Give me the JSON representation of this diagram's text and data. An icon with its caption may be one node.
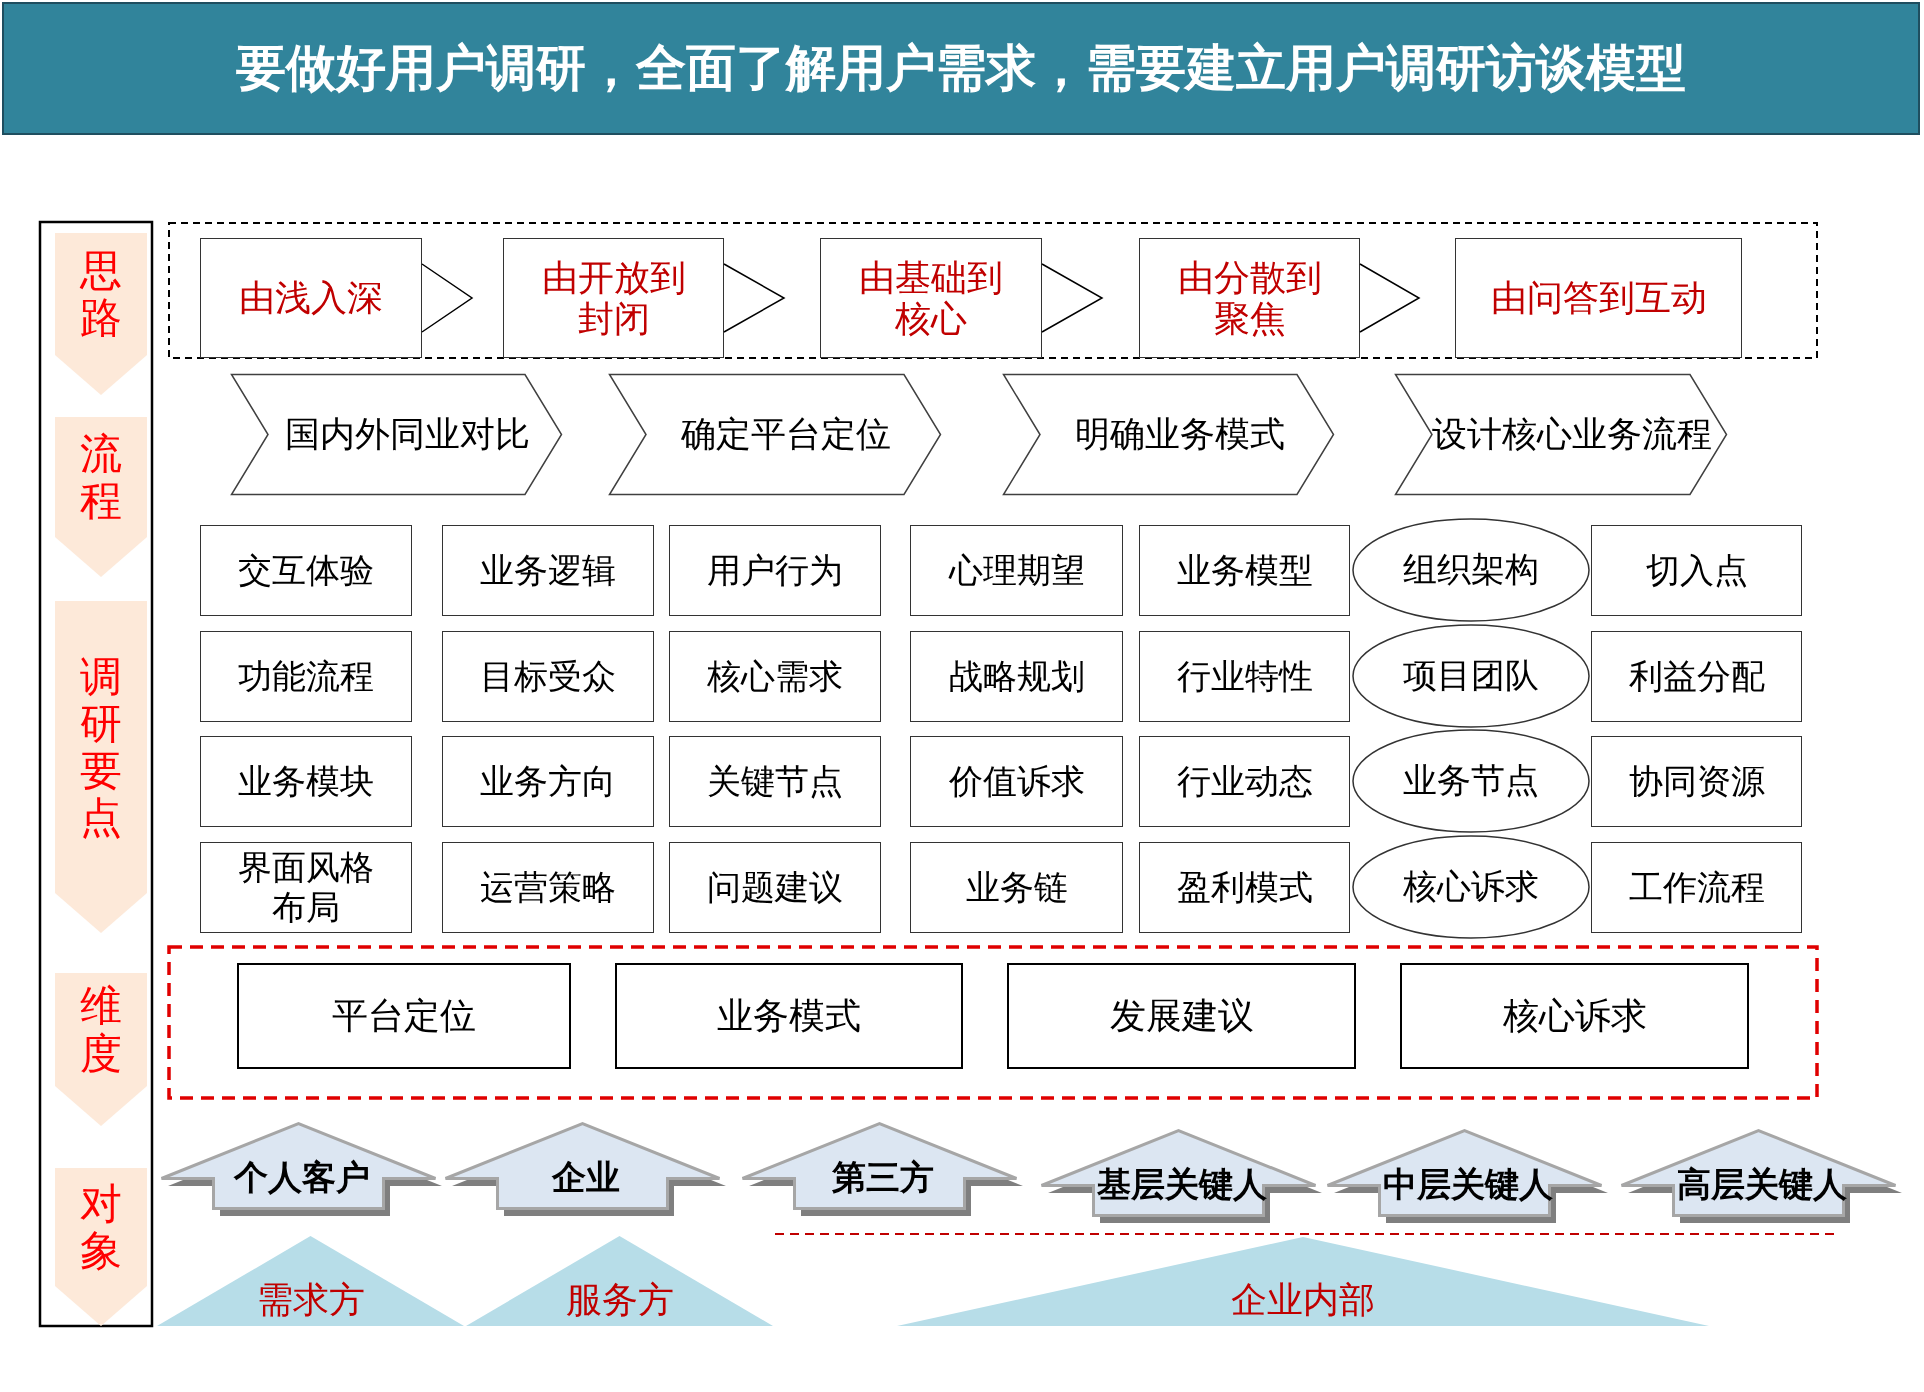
{
  "diagram": {
    "title": "要做好用户调研，全面了解用户需求，需要建立用户调研访谈模型",
    "nodes": [
      {
        "text": [
          "思路"
        ]
      },
      {
        "text": [
          "流程"
        ]
      },
      {
        "text": [
          "调研要点"
        ]
      },
      {
        "text": [
          "维度"
        ]
      },
      {
        "text": [
          "对象"
        ]
      },
      {
        "text": [
          "由浅入深"
        ]
      },
      {
        "text": [
          "由开放到封闭"
        ]
      },
      {
        "text": [
          "由基础到核心"
        ]
      },
      {
        "text": [
          "由分散到聚焦"
        ]
      },
      {
        "text": [
          "由问答到互动"
        ]
      },
      {
        "text": [
          "国内外同业对比"
        ]
      },
      {
        "text": [
          "确定平台定位"
        ]
      },
      {
        "text": [
          "明确业务模式"
        ]
      },
      {
        "text": [
          "设计核心业务流程"
        ]
      },
      {
        "text": [
          "交互体验"
        ]
      },
      {
        "text": [
          "业务逻辑"
        ]
      },
      {
        "text": [
          "用户行为"
        ]
      },
      {
        "text": [
          "心理期望"
        ]
      },
      {
        "text": [
          "业务模型"
        ]
      },
      {
        "text": [
          "组织架构"
        ]
      },
      {
        "text": [
          "切入点"
        ]
      },
      {
        "text": [
          "功能流程"
        ]
      },
      {
        "text": [
          "目标受众"
        ]
      },
      {
        "text": [
          "核心需求"
        ]
      },
      {
        "text": [
          "战略规划"
        ]
      },
      {
        "text": [
          "行业特性"
        ]
      },
      {
        "text": [
          "项目团队"
        ]
      },
      {
        "text": [
          "利益分配"
        ]
      },
      {
        "text": [
          "业务模块"
        ]
      },
      {
        "text": [
          "业务方向"
        ]
      },
      {
        "text": [
          "关键节点"
        ]
      },
      {
        "text": [
          "价值诉求"
        ]
      },
      {
        "text": [
          "行业动态"
        ]
      },
      {
        "text": [
          "业务节点"
        ]
      },
      {
        "text": [
          "协同资源"
        ]
      },
      {
        "text": [
          "界面风格布局"
        ]
      },
      {
        "text": [
          "运营策略"
        ]
      },
      {
        "text": [
          "问题建议"
        ]
      },
      {
        "text": [
          "业务链"
        ]
      },
      {
        "text": [
          "盈利模式"
        ]
      },
      {
        "text": [
          "核心诉求"
        ]
      },
      {
        "text": [
          "工作流程"
        ]
      },
      {
        "text": [
          "平台定位"
        ]
      },
      {
        "text": [
          "业务模式"
        ]
      },
      {
        "text": [
          "发展建议"
        ]
      },
      {
        "text": [
          "核心诉求"
        ]
      },
      {
        "text": [
          "个人客户"
        ]
      },
      {
        "text": [
          "企业"
        ]
      },
      {
        "text": [
          "第三方"
        ]
      },
      {
        "text": [
          "基层关键人"
        ]
      },
      {
        "text": [
          "中层关键人"
        ]
      },
      {
        "text": [
          "高层关键人"
        ]
      },
      {
        "text": [
          "需求方"
        ]
      },
      {
        "text": [
          "服务方"
        ]
      },
      {
        "text": [
          "企业内部"
        ]
      }
    ],
    "edges": [
      {
        "from": 5,
        "to": 6,
        "arrow": "to"
      },
      {
        "from": 6,
        "to": 7,
        "arrow": "to"
      },
      {
        "from": 7,
        "to": 8,
        "arrow": "to"
      },
      {
        "from": 8,
        "to": 9,
        "arrow": "to"
      }
    ]
  }
}
